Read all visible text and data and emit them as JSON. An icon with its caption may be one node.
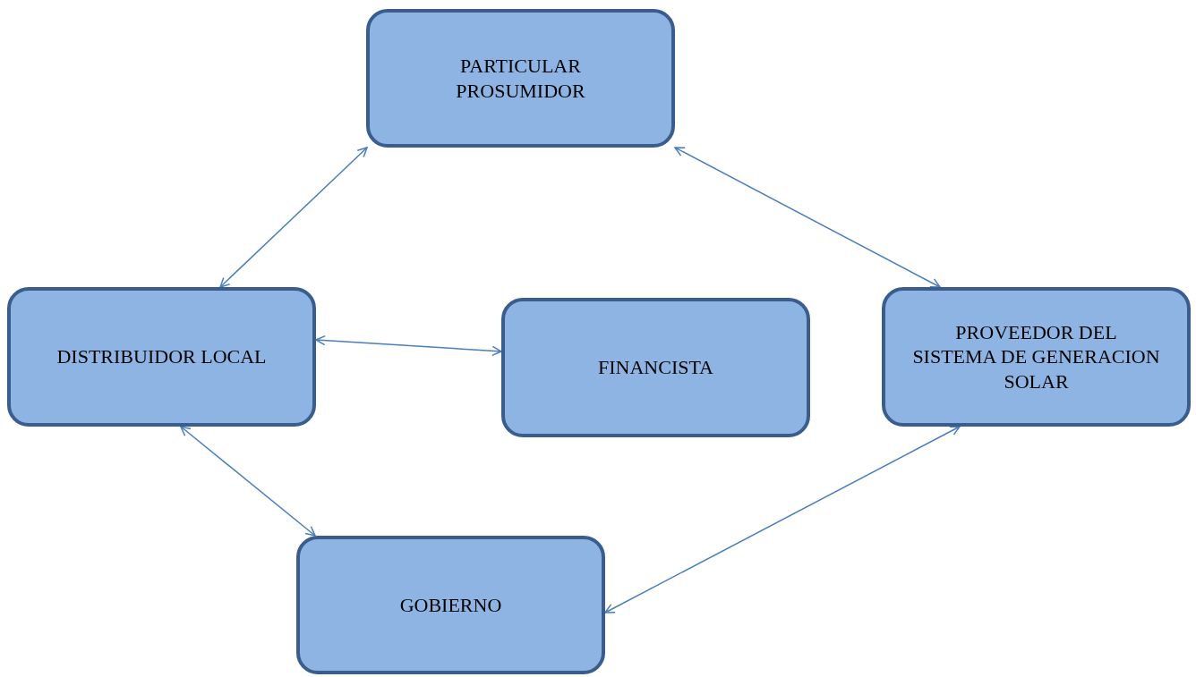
{
  "diagram": {
    "nodes": [
      {
        "text": [
          "PARTICULAR PROSUMIDOR"
        ]
      },
      {
        "text": [
          "DISTRIBUIDOR LOCAL"
        ]
      },
      {
        "text": [
          "FINANCISTA"
        ]
      },
      {
        "text": [
          "PROVEEDOR DEL SISTEMA DE GENERACION SOLAR"
        ]
      },
      {
        "text": [
          "GOBIERNO"
        ]
      }
    ],
    "edges": [
      {
        "from": 0,
        "to": 1,
        "arrow": "both"
      },
      {
        "from": 0,
        "to": 3,
        "arrow": "both"
      },
      {
        "from": 1,
        "to": 2,
        "arrow": "both"
      },
      {
        "from": 1,
        "to": 4,
        "arrow": "both"
      },
      {
        "from": 4,
        "to": 3,
        "arrow": "both"
      }
    ]
  }
}
